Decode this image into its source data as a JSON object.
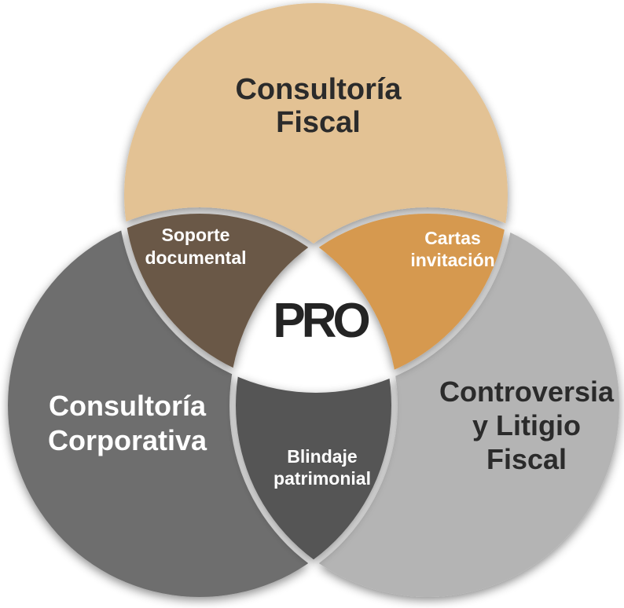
{
  "page": {
    "background": "#FFFFFF"
  },
  "diagram": {
    "type": "venn-3",
    "logo": {
      "text": "PRO",
      "color": "#242424"
    },
    "circles": [
      {
        "id": "consultoria-fiscal",
        "label": "Consultoría Fiscal",
        "lines": [
          "Consultoría",
          "Fiscal"
        ],
        "fill": "#E3C294",
        "text_color": "#2B2B2B"
      },
      {
        "id": "consultoria-corporativa",
        "label": "Consultoría Corporativa",
        "lines": [
          "Consultoría",
          "Corporativa"
        ],
        "fill": "#6E6E6E",
        "text_color": "#FFFFFF"
      },
      {
        "id": "controversia-litigio-fiscal",
        "label": "Controversia y Litigio Fiscal",
        "lines": [
          "Controversia",
          "y Litigio",
          "Fiscal"
        ],
        "fill": "#B4B4B4",
        "text_color": "#2B2B2B"
      }
    ],
    "overlaps": [
      {
        "id": "soporte-documental",
        "label": "Soporte documental",
        "lines": [
          "Soporte",
          "documental"
        ],
        "fill": "#6A5846",
        "text_color": "#FFFFFF"
      },
      {
        "id": "cartas-invitacion",
        "label": "Cartas invitación",
        "lines": [
          "Cartas",
          "invitación"
        ],
        "fill": "#D6994F",
        "text_color": "#FFFFFF"
      },
      {
        "id": "blindaje-patrimonial",
        "label": "Blindaje patrimonial",
        "lines": [
          "Blindaje",
          "patrimonial"
        ],
        "fill": "#555555",
        "text_color": "#FFFFFF"
      }
    ]
  }
}
